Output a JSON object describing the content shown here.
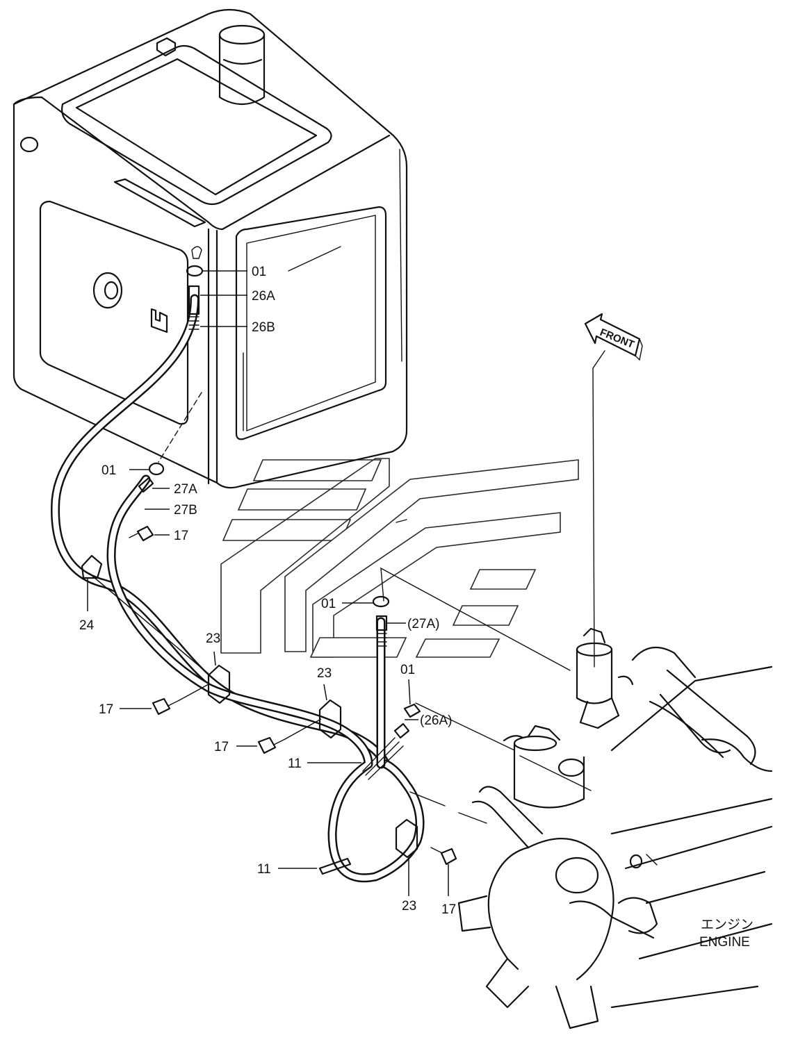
{
  "front_arrow": {
    "label": "FRONT"
  },
  "engine": {
    "label_jp": "エンジン",
    "label_en": "ENGINE"
  },
  "callouts": [
    {
      "id": "c-01-top",
      "text": "01"
    },
    {
      "id": "c-26a",
      "text": "26A"
    },
    {
      "id": "c-26b",
      "text": "26B"
    },
    {
      "id": "c-01-left",
      "text": "01"
    },
    {
      "id": "c-27a",
      "text": "27A"
    },
    {
      "id": "c-27b",
      "text": "27B"
    },
    {
      "id": "c-17-upper",
      "text": "17"
    },
    {
      "id": "c-24",
      "text": "24"
    },
    {
      "id": "c-23-a",
      "text": "23"
    },
    {
      "id": "c-17-a",
      "text": "17"
    },
    {
      "id": "c-23-b",
      "text": "23"
    },
    {
      "id": "c-17-b",
      "text": "17"
    },
    {
      "id": "c-01-mid",
      "text": "01"
    },
    {
      "id": "c-27a-paren",
      "text": "(27A)"
    },
    {
      "id": "c-01-right",
      "text": "01"
    },
    {
      "id": "c-26a-paren",
      "text": "(26A)"
    },
    {
      "id": "c-11-upper",
      "text": "11"
    },
    {
      "id": "c-11-lower",
      "text": "11"
    },
    {
      "id": "c-23-c",
      "text": "23"
    },
    {
      "id": "c-17-c",
      "text": "17"
    }
  ]
}
